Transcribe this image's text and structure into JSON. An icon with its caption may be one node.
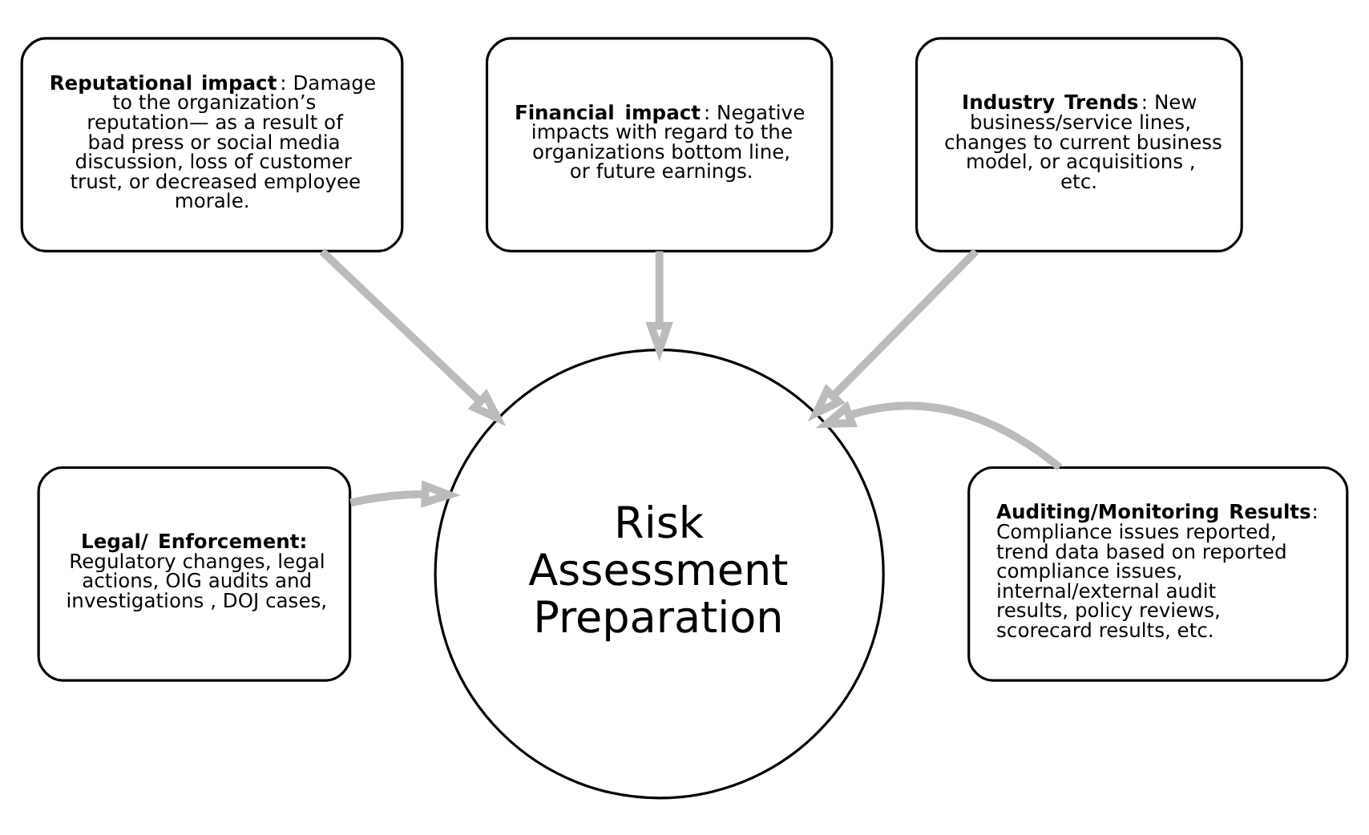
{
  "diagram": {
    "nodes": [
      {
        "text": [
          "**Reputational impact**: Damage to the organization’s reputation— as a result of bad press or social media discussion, loss of customer trust, or decreased employee morale."
        ]
      },
      {
        "text": [
          "**Financial impact**: Negative impacts with regard to the organizations bottom line, or future earnings."
        ]
      },
      {
        "text": [
          "**Industry Trends**: New business/service lines, changes to current business model, or acquisitions , etc."
        ]
      },
      {
        "text": [
          "**Legal/ Enforcement:** Regulatory changes, legal actions, OIG audits and investigations , DOJ cases,"
        ]
      },
      {
        "text": [
          "Risk Assessment Preparation"
        ]
      },
      {
        "text": [
          "**Auditing/Monitoring Results**: Compliance issues reported, trend data based on reported compliance issues, internal/external audit results, policy reviews, scorecard results, etc."
        ]
      }
    ],
    "edges": [
      {
        "from": 0,
        "to": 4,
        "arrow": "to"
      },
      {
        "from": 1,
        "to": 4,
        "arrow": "to"
      },
      {
        "from": 2,
        "to": 4,
        "arrow": "to"
      },
      {
        "from": 3,
        "to": 4,
        "arrow": "to"
      },
      {
        "from": 5,
        "to": 4,
        "arrow": "to"
      }
    ]
  }
}
